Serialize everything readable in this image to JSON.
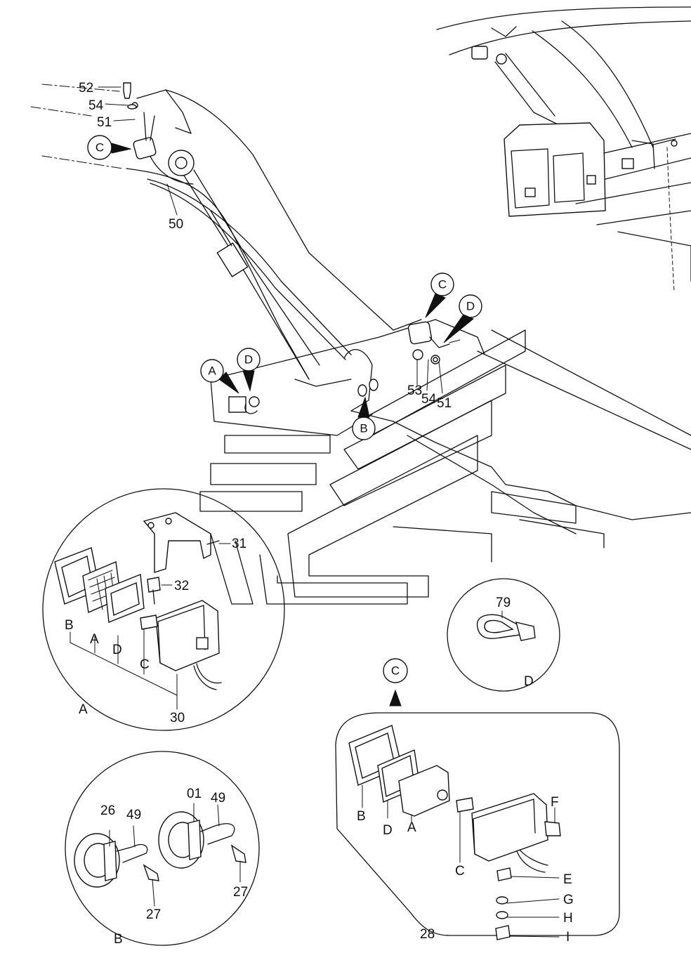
{
  "diagram": {
    "main_labels": {
      "n52": "52",
      "n54a": "54",
      "n51a": "51",
      "n50": "50",
      "n53": "53",
      "n54b": "54",
      "n51b": "51"
    },
    "callouts": {
      "c_top": "C",
      "c_mid": "C",
      "d_mid": "D",
      "a_mid": "A",
      "d_mid2": "D",
      "b_mid": "B"
    },
    "detail_a": {
      "title": "A",
      "labels": {
        "n31": "31",
        "n32": "32",
        "B": "B",
        "A": "A",
        "D": "D",
        "C": "C",
        "n30": "30"
      }
    },
    "detail_b": {
      "title": "B",
      "labels": {
        "n26": "26",
        "n49a": "49",
        "n27a": "27",
        "n01": "01",
        "n49b": "49",
        "n27b": "27"
      }
    },
    "detail_d": {
      "title": "D",
      "labels": {
        "n79": "79"
      }
    },
    "detail_c": {
      "title": "C",
      "labels": {
        "B": "B",
        "D": "D",
        "A": "A",
        "C": "C",
        "F": "F",
        "E": "E",
        "G": "G",
        "H": "H",
        "I": "I",
        "n28": "28"
      }
    }
  }
}
